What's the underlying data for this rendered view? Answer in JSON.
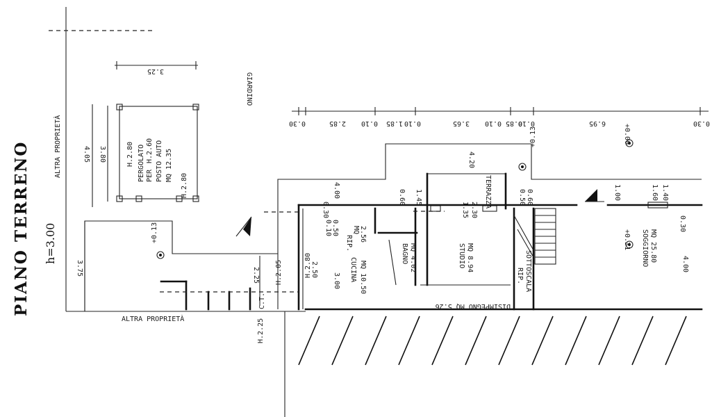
{
  "title": {
    "line1": "PIANO TERRENO",
    "line2": "h=3.00"
  },
  "labels": {
    "altra_top": "ALTRA PROPRIETÀ",
    "altra_bottom": "ALTRA PROPRIETÀ",
    "giardino": "GIARDINO",
    "ct": "C.T.",
    "h225": "H.2.25",
    "h205": "H.2.05",
    "h280": "H.2.80",
    "h2_80a": "H.2.80",
    "h2_80b": "H.2.80"
  },
  "rooms": {
    "pergolato": {
      "l1": "PERGOLATO",
      "l2": "PER",
      "l3": "POSTO AUTO",
      "l4": "MQ 12.35",
      "h": "H.2.60"
    },
    "rip1": {
      "l1": "RIP.",
      "l2": "MQ",
      "l3": "2.56"
    },
    "cucina": {
      "l1": "CUCINA",
      "l2": "MQ 10.50"
    },
    "bagno": {
      "l1": "BAGNO",
      "l2": "MQ 4.02"
    },
    "studio": {
      "l1": "STUDIO",
      "l2": "MQ 8.94"
    },
    "terrazza": "TERRAZZA",
    "rip2": {
      "l1": "RIP.",
      "l2": "SOTTOSCALA"
    },
    "disimpegno": "DISIMPEGNO MQ 5.26",
    "soggiorno": {
      "l1": "SOGGIORNO",
      "l2": "MQ 25.80"
    }
  },
  "levels": {
    "lv1": "+0.13",
    "lv2": "+0.13",
    "lv3": "+0.31",
    "lv4": "+0.00"
  },
  "dims": {
    "top_325": "3.25",
    "left_405": "4.05",
    "left_380": "3.80",
    "left_375": "3.75",
    "mid_225": "2.25",
    "top_chain": [
      "0.30",
      "2.85",
      "0.10",
      "1.85",
      "0.10",
      "3.65",
      "0.10",
      "0.85",
      "0.10",
      "6.95",
      "0.30"
    ],
    "d_400a": "4.00",
    "d_420": "4.20",
    "d_060": "0.60",
    "d_145": "1.45",
    "d_030a": "0.30",
    "d_010": "0.10",
    "d_050": "0.50",
    "d_300": "3.00",
    "d_135": "1.35",
    "d_230": "2.30",
    "d_050b": "0.50",
    "d_060b": "0.60",
    "d_100": "1.00",
    "d_160": "1.60",
    "d_140": "1.40",
    "d_030b": "0.30",
    "d_400b": "4.00",
    "d_250": "2.50"
  }
}
